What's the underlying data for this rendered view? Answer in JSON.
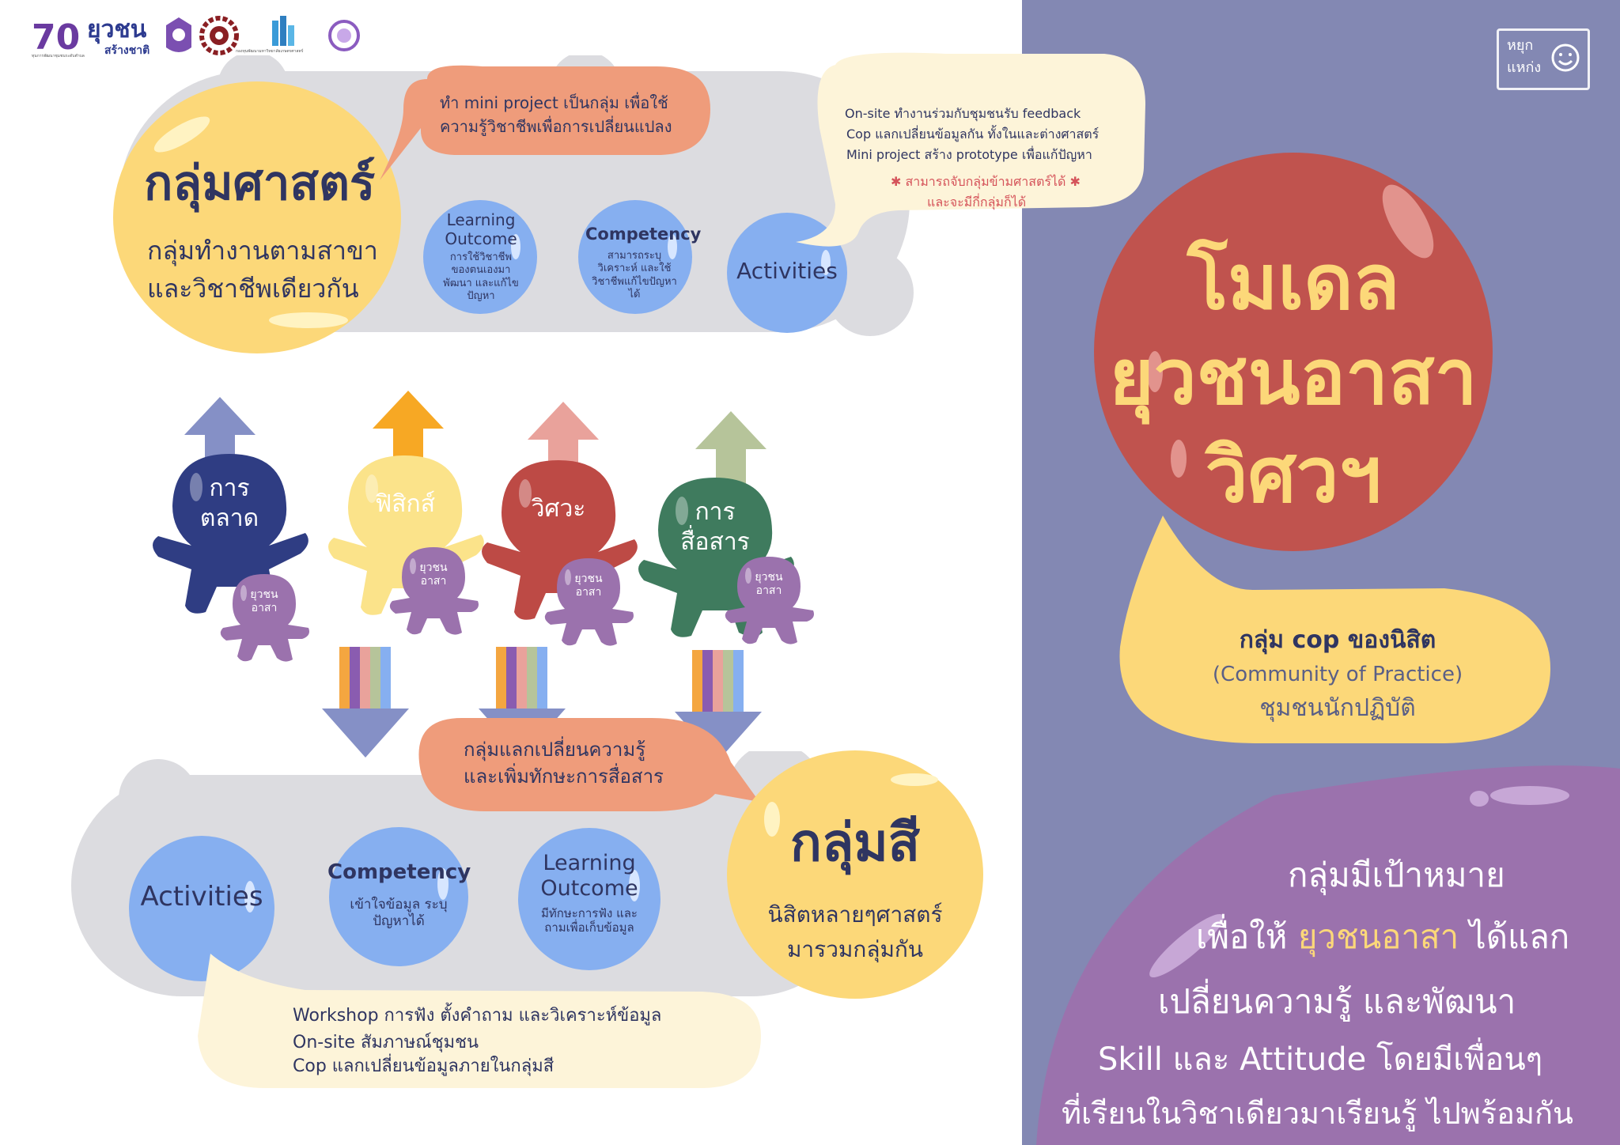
{
  "logos": {
    "logo_70": "70",
    "logo_yuwachon": "ยุวชน",
    "logo_yuwachon_sub": "สร้างชาติ",
    "logo_caption_1": "ทุนการพัฒนาชุมชนระดับตำบล",
    "logo_caption_2": "กองทุนพัฒนามหาวิทยาลัยเกษตรศาสตร์"
  },
  "corner_stamp": {
    "line1": "หยุก",
    "line2": "แหก่ง"
  },
  "colors": {
    "right_panel": "#8388b3",
    "yellow": "#fcd879",
    "blue": "#86aff0",
    "purple": "#9b72ad",
    "red": "#c0534e",
    "orange": "#ef9c7b",
    "gray_cloud": "#dcdce0",
    "cream": "#fdf4d9"
  },
  "main_title": {
    "line1": "โมเดล",
    "line2": "ยุวชนอาสา",
    "line3": "วิศวฯ"
  },
  "cop_bubble": {
    "line1": "กลุ่ม cop ของนิสิต",
    "line2": "(Community of Practice)",
    "line3": "ชุมชนนักปฏิบัติ"
  },
  "goal": {
    "line1": "กลุ่มมีเป้าหมาย",
    "line2_a": "เพื่อให้ ",
    "line2_b": "ยุวชนอาสา",
    "line2_c": " ได้แลก",
    "line3": "เปลี่ยนความรู้ และพัฒนา",
    "line4": "Skill และ Attitude โดยมีเพื่อนๆ",
    "line5": "ที่เรียนในวิชาเดียวมาเรียนรู้ ไปพร้อมกัน"
  },
  "discipline_group": {
    "title": "กลุ่มศาสตร์",
    "subtitle_1": "กลุ่มทำงานตามสาขา",
    "subtitle_2": "และวิชาชีพเดียวกัน",
    "bubble_top_1": "ทำ mini project เป็นกลุ่ม เพื่อใช้",
    "bubble_top_2": "ความรู้วิชาชีพเพื่อการเปลี่ยนแปลง",
    "learning_outcome": {
      "title_1": "Learning",
      "title_2": "Outcome",
      "text": "การใช้วิชาชีพของตนเองมาพัฒนา และแก้ไขปัญหา"
    },
    "competency": {
      "title": "Competency",
      "text": "สามารถระบุ วิเคราะห์ และใช้วิชาชีพแก้ไขปัญหาได้"
    },
    "activities": "Activities",
    "info_rows": [
      {
        "label": "On-site",
        "text": "ทำงานร่วมกับชุมชนรับ feedback"
      },
      {
        "label": "Cop",
        "text": "แลกเปลี่ยนข้อมูลกัน ทั้งในและต่างศาสตร์"
      },
      {
        "label": "Mini project",
        "text": "สร้าง prototype เพื่อแก้ปัญหา"
      }
    ],
    "note_1": "สามารถจับกลุ่มข้ามศาสตร์ได้",
    "note_2": "และจะมีกี่กลุ่มก็ได้",
    "note_star": "✱"
  },
  "characters": [
    {
      "label_1": "การ",
      "label_2": "ตลาด",
      "small": "ยุวชน อาสา",
      "color": "#2f3d83",
      "arrow_color": "#8590c6"
    },
    {
      "label_1": "ฟิสิกส์",
      "label_2": "",
      "small": "ยุวชน อาสา",
      "color": "#fbe38a",
      "arrow_color": "#f7a824"
    },
    {
      "label_1": "วิศวะ",
      "label_2": "",
      "small": "ยุวชน อาสา",
      "color": "#bd4a45",
      "arrow_color": "#e9a29b"
    },
    {
      "label_1": "การ",
      "label_2": "สื่อสาร",
      "small": "ยุวชน อาสา",
      "color": "#3f7b5e",
      "arrow_color": "#b6c49a"
    }
  ],
  "color_group": {
    "title": "กลุ่มสี",
    "subtitle_1": "นิสิตหลายๆศาสตร์",
    "subtitle_2": "มารวมกลุ่มกัน",
    "bubble_1": "กลุ่มแลกเปลี่ยนความรู้",
    "bubble_2": "และเพิ่มทักษะการสื่อสาร",
    "activities": "Activities",
    "competency": {
      "title": "Competency",
      "text": "เข้าใจข้อมูล ระบุปัญหาได้"
    },
    "learning_outcome": {
      "title_1": "Learning",
      "title_2": "Outcome",
      "text": "มีทักษะการฟัง และถามเพื่อเก็บข้อมูล"
    },
    "info_rows": [
      {
        "label": "Workshop",
        "text": "การฟัง ตั้งคำถาม และวิเคราะห์ข้อมูล"
      },
      {
        "label": "On-site",
        "text": "สัมภาษณ์ชุมชน"
      },
      {
        "label": "Cop",
        "text": "แลกเปลี่ยนข้อมูลภายในกลุ่มสี"
      }
    ]
  }
}
